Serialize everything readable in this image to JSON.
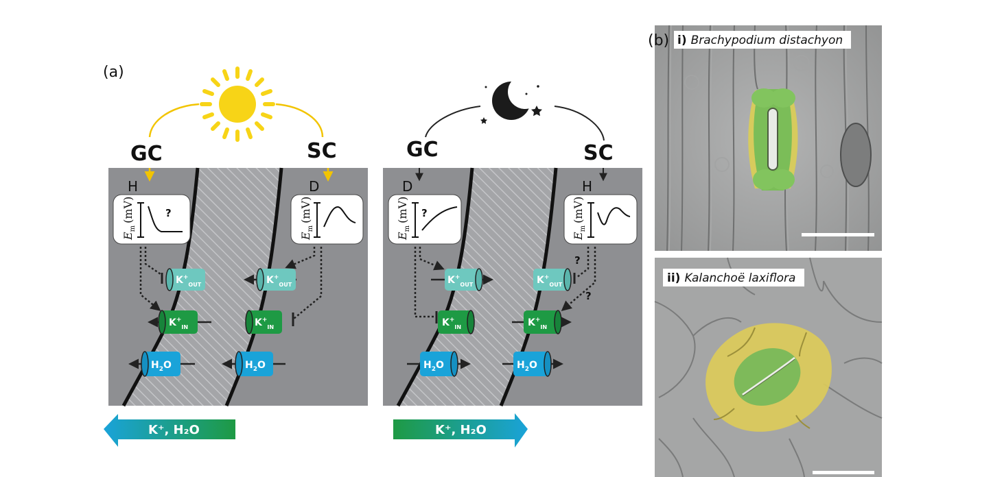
{
  "panel_a": {
    "label": "(a)",
    "day": {
      "gc_label": "GC",
      "sc_label": "SC",
      "gc_state": "H",
      "sc_state": "D",
      "gc_question": "?",
      "arrow_text": "K⁺, H₂O",
      "arrow_direction": "left"
    },
    "night": {
      "gc_label": "GC",
      "sc_label": "SC",
      "gc_state": "D",
      "sc_state": "H",
      "gc_question": "?",
      "sc_question_1": "?",
      "sc_question_2": "?",
      "arrow_text": "K⁺, H₂O",
      "arrow_direction": "right"
    },
    "y_axis": {
      "symbol": "E",
      "subscript": "m",
      "unit": "(mV)"
    },
    "channels": {
      "k_base": "K",
      "k_sup": "+",
      "k_out_sub": "OUT",
      "k_in_sub": "IN",
      "h": "H",
      "two": "2",
      "o": "O"
    },
    "colors": {
      "membrane_bg": "#8e8f92",
      "k_out": "#6ec8bf",
      "k_in": "#1e9a44",
      "water": "#1aa3d9",
      "sun": "#f7d417"
    }
  },
  "panel_b": {
    "label": "(b)",
    "photo_i": {
      "numeral": "i)",
      "species": "Brachypodium distachyon"
    },
    "photo_ii": {
      "numeral": "ii)",
      "species": "Kalanchoë laxiflora"
    }
  }
}
